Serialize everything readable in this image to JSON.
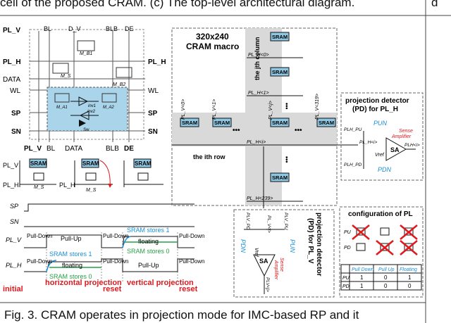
{
  "captions": {
    "top": "cell of the proposed CRAM. (c) The top-level architectural diagram.",
    "bottom": "Fig. 3. CRAM operates in projection mode for IMC-based RP and it",
    "right_fragment": "d"
  },
  "cell": {
    "pin_pl_v": "PL_V",
    "pin_pl_h_left": "PL_H",
    "pin_pl_h_right": "PL_H",
    "pin_data_left": "DATA",
    "pin_wl_left": "WL",
    "pin_wl_right": "WL",
    "pin_sp_left": "SP",
    "pin_sp_right": "SP",
    "pin_sn_left": "SN",
    "pin_sn_right": "SN",
    "pin_bl": "BL",
    "pin_d_v": "D_V",
    "pin_blb": "BLB",
    "pin_de": "DE",
    "bot_pl_v": "PL_V",
    "bot_bl": "BL",
    "bot_data": "DATA",
    "bot_blb": "BLB",
    "bot_de": "DE",
    "m_b1": "M_B1",
    "m_s": "M_S",
    "m_b2": "M_B2",
    "m_a1": "M_A1",
    "m_a2": "M_A2",
    "inv1": "inv1",
    "inv2": "inv2",
    "sw": "Sw"
  },
  "mini": {
    "pl_v": "PL_V",
    "pl_h": "PL_H",
    "sram": "SRAM",
    "m_s": "M_S"
  },
  "timing": {
    "sp": "SP",
    "sn": "SN",
    "pl_v": "PL_V",
    "pl_h": "PL_H",
    "pulldown": "Pull-Down",
    "pullup": "Pull-Up",
    "floating": "floating",
    "sram_stores_1": "SRAM stores 1",
    "sram_stores_0": "SRAM stores 0",
    "initial": "initial",
    "horizontal_projection": "horizontal projection",
    "reset": "reset",
    "vertical_projection": "vertical projection"
  },
  "macro": {
    "title_line1": "320x240",
    "title_line2": "CRAM macro",
    "sram": "SRAM",
    "pl_h_0": "PL_H<0>",
    "pl_h_1": "PL_H<1>",
    "pl_h_i": "PL_H<i>",
    "pl_h_239": "PL_H<239>",
    "pl_v_0": "PL_V<0>",
    "pl_v_1": "PL_V<1>",
    "pl_v_j": "PL_V<j>",
    "pl_v_319": "PL_V<319>",
    "jth_column": "the jth column",
    "ith_row": "the ith row",
    "dots": "•••"
  },
  "pd_h": {
    "title_line1": "projection detector",
    "title_line2": "(PD) for PL_H",
    "plh_pu": "PLH_PU",
    "plh_pd": "PLH_PD",
    "pun": "PUN",
    "pdn": "PDN",
    "sense_line1": "Sense",
    "sense_line2": "Amplifier",
    "sa": "SA",
    "plh_i": "PLH<i>",
    "pl_h_i": "PL_H<i>",
    "vref": "Vref"
  },
  "pd_v": {
    "title_line1": "projection detector",
    "title_line2": "(PD) for PL_V",
    "plv_pd": "PLV_PD",
    "plv_pu": "PLV_PU",
    "pdn": "PDN",
    "pun": "PUN",
    "sense_line1": "Sense",
    "sense_line2": "Amplifier",
    "sa": "SA",
    "plv_j": "PLV<j>",
    "pl_v_j": "PL_V<j>",
    "vref": "Vref"
  },
  "config": {
    "title": "configuration of PL",
    "pu": "PU",
    "pd": "PD",
    "headers": [
      "",
      "Pull Down",
      "Pull Up",
      "Floating"
    ],
    "rows": [
      [
        "PU",
        "1",
        "0",
        "1"
      ],
      [
        "PD",
        "1",
        "0",
        "0"
      ]
    ]
  },
  "colors": {
    "cell_blue": "#a9d4ea",
    "sram_blue": "#8fc7e2",
    "macro_gray": "#d9d9d9",
    "annot_blue": "#1b8fd6",
    "annot_red": "#e0191e",
    "green": "#27a048"
  }
}
